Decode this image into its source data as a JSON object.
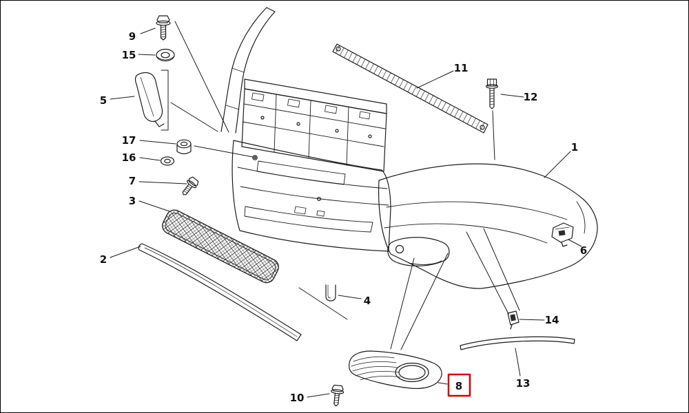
{
  "diagram": {
    "type": "exploded-parts-diagram",
    "background_color": "#ffffff",
    "line_color": "#1a1a1a",
    "highlight_color": "#d10000",
    "highlighted_callout": "8",
    "callouts": [
      {
        "label": "1"
      },
      {
        "label": "2"
      },
      {
        "label": "3"
      },
      {
        "label": "4"
      },
      {
        "label": "5"
      },
      {
        "label": "6"
      },
      {
        "label": "7"
      },
      {
        "label": "8",
        "highlighted": true
      },
      {
        "label": "9"
      },
      {
        "label": "10"
      },
      {
        "label": "11"
      },
      {
        "label": "12"
      },
      {
        "label": "13"
      },
      {
        "label": "14"
      },
      {
        "label": "15"
      },
      {
        "label": "16"
      },
      {
        "label": "17"
      }
    ]
  }
}
